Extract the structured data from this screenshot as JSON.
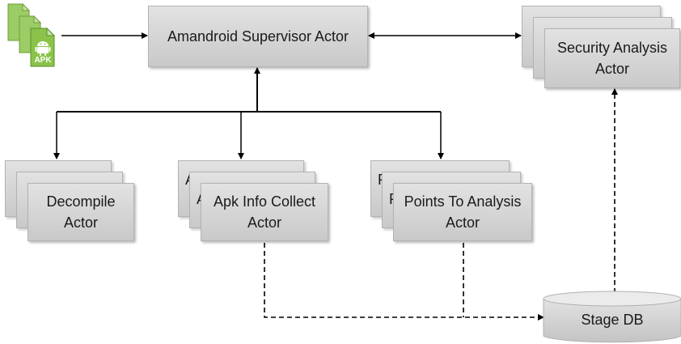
{
  "diagram": {
    "supervisor": {
      "label": "Amandroid Supervisor Actor"
    },
    "security": {
      "line1": "Security Analysis",
      "line2": "Actor"
    },
    "decompile": {
      "line1": "Decompile",
      "line2": "Actor"
    },
    "apkinfo": {
      "line1": "Apk Info Collect",
      "line2": "Actor",
      "peek": "A"
    },
    "pointsto": {
      "line1": "Points To Analysis",
      "line2": "Actor",
      "peek": "P"
    },
    "stagedb": {
      "label": "Stage DB"
    },
    "apk_icon": {
      "label": "APK",
      "peek": "A"
    }
  },
  "colors": {
    "box_fill_top": "#e2e2e2",
    "box_fill_bottom": "#c9c9c9",
    "apk_green": "#8bc34a",
    "apk_dark_green": "#5a8f29",
    "arrow": "#000000"
  }
}
